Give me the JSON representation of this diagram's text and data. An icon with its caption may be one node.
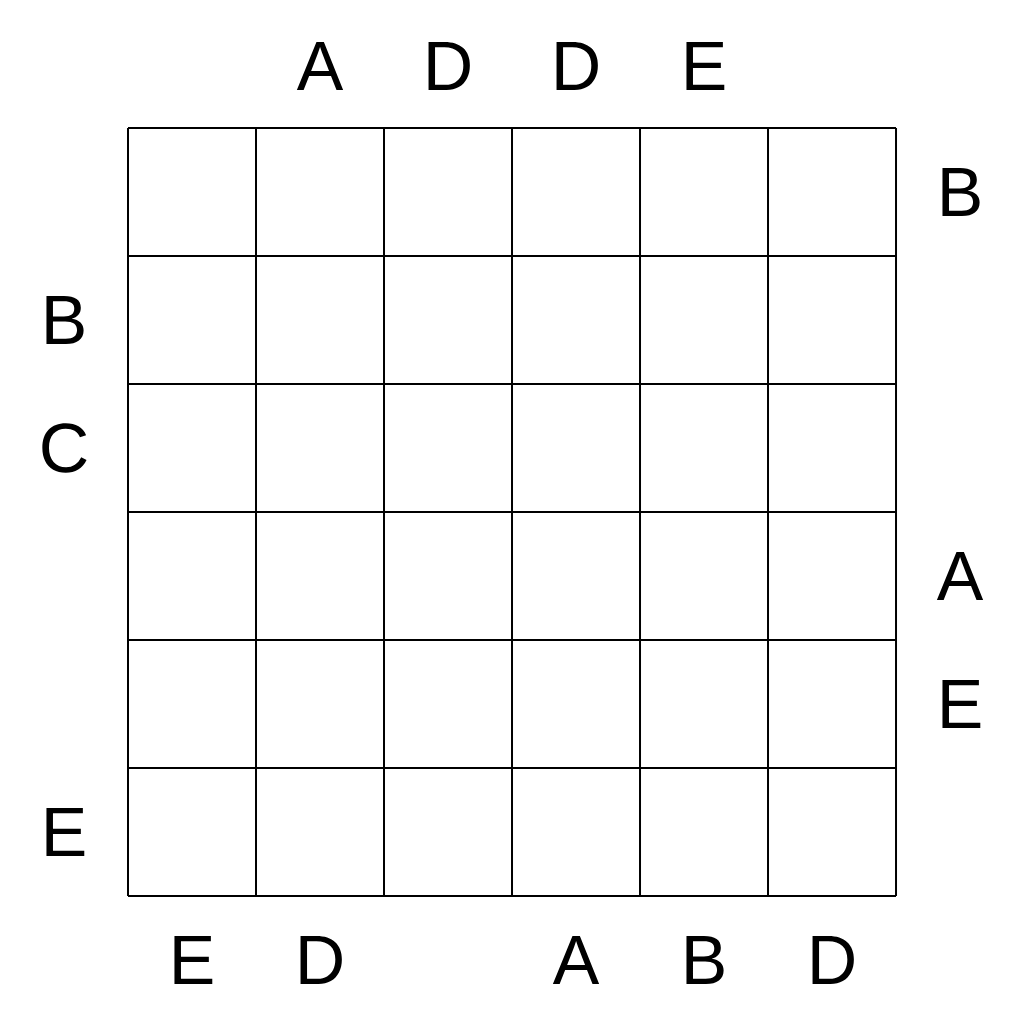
{
  "diagram": {
    "labels": [
      "A",
      "D",
      "D",
      "E",
      "B",
      "B",
      "C",
      "A",
      "E",
      "E",
      "E",
      "D",
      "A",
      "B",
      "D"
    ]
  }
}
